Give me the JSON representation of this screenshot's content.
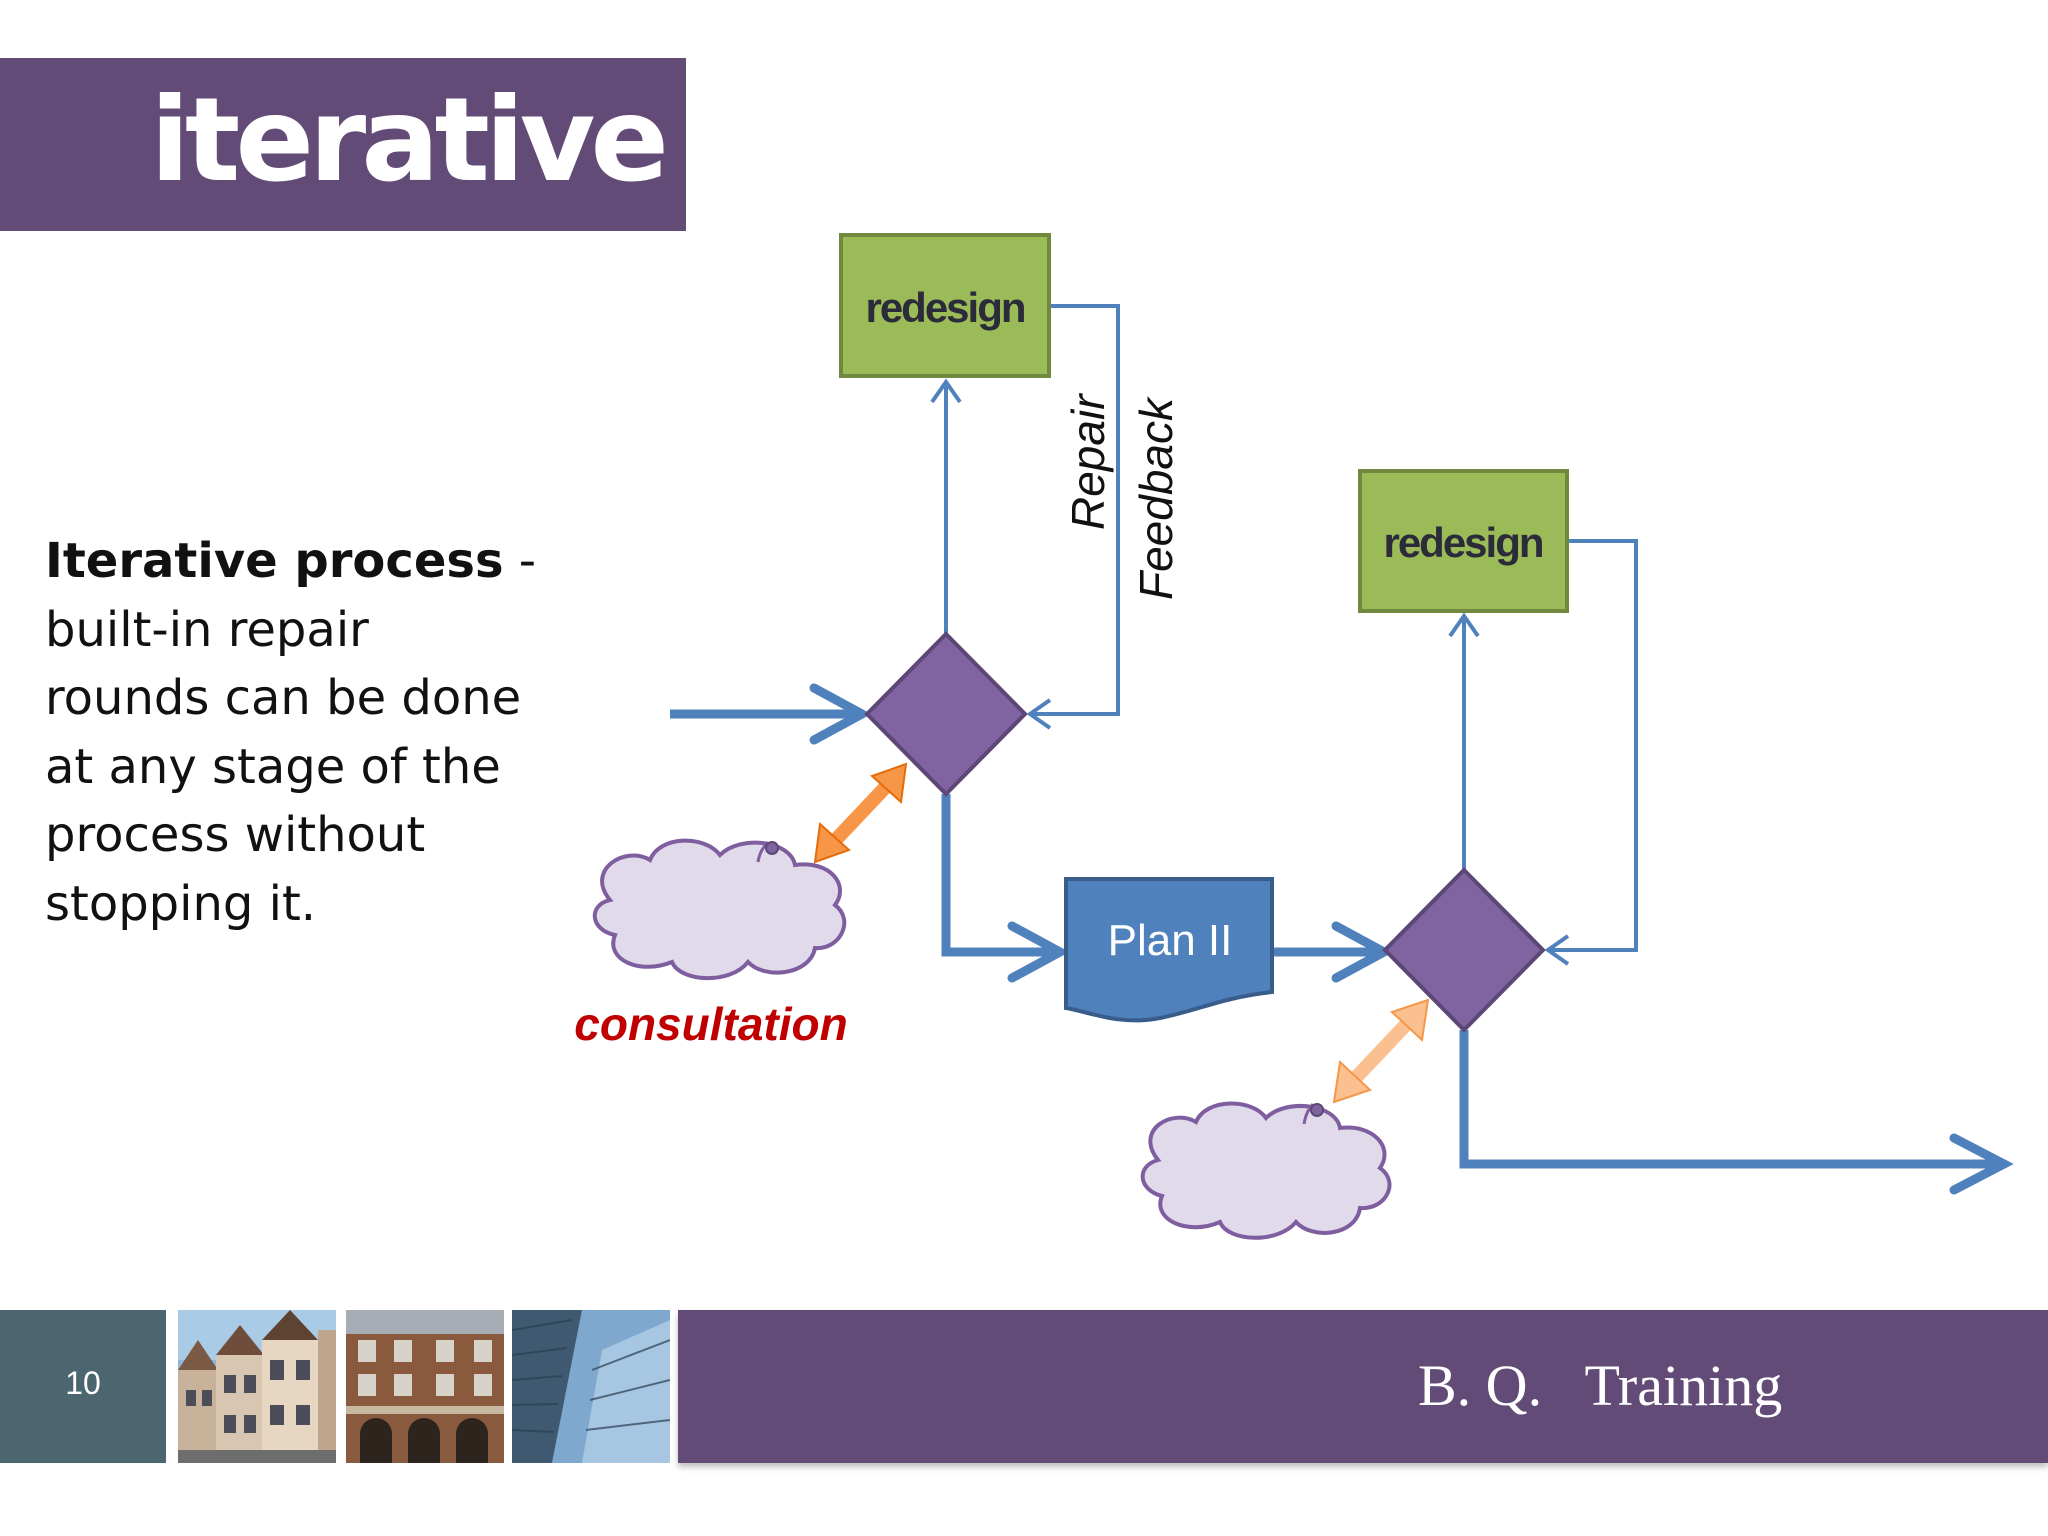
{
  "slide": {
    "title": "iterative",
    "body_bold": "Iterative process",
    "body_rest": " - built-in repair rounds can be done at any stage of the process without stopping it.",
    "page_number": "10",
    "brand": "B. Q.   Training"
  },
  "diagram": {
    "redesign_1": "redesign",
    "redesign_2": "redesign",
    "repair_label": "Repair",
    "feedback_label": "Feedback",
    "plan_label": "Plan II",
    "consultation_label": "consultation"
  },
  "colors": {
    "purple_bar": "#634B77",
    "green_box": "#9BBB59",
    "blue_arrow": "#4F81BD",
    "diamond": "#8064A2",
    "cloud": "#E1DAEB",
    "orange": "#F79646",
    "consultation_red": "#C00000"
  },
  "icons": [
    "cloud-icon",
    "double-arrow-icon",
    "decision-diamond",
    "building-photo"
  ]
}
